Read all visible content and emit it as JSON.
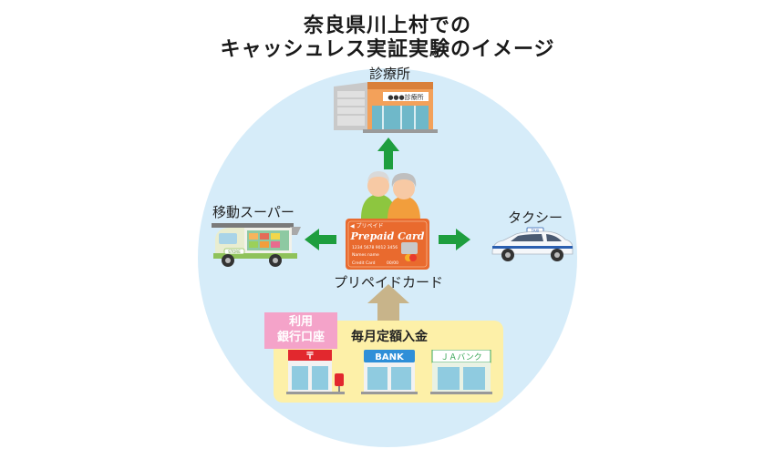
{
  "title": {
    "line1": "奈良県川上村での",
    "line2": "キャッシュレス実証実験のイメージ"
  },
  "nodes": {
    "clinic": {
      "label": "診療所",
      "sign": "●●●診療所"
    },
    "mobile_supermarket": {
      "label": "移動スーパー",
      "sign": "STORE"
    },
    "taxi": {
      "label": "タクシー",
      "sign": "TAXI"
    },
    "prepaid_card": {
      "label": "プリペイドカード",
      "header": "◀ プリペイド",
      "title": "Prepaid Card",
      "number": "1234  5678  9012  3456",
      "name": "Names name",
      "footer": "Credit Card",
      "expiry": "00/00"
    }
  },
  "funding": {
    "account_label_line1": "利用",
    "account_label_line2": "銀行口座",
    "deposit_label": "毎月定額入金",
    "banks": [
      {
        "name": "post-office",
        "sign": "〒"
      },
      {
        "name": "bank",
        "sign": "BANK"
      },
      {
        "name": "ja-bank",
        "sign": "ＪＡバンク"
      }
    ]
  },
  "colors": {
    "circle": "#d6ecf9",
    "arrow_green": "#1e9e3e",
    "arrow_tan": "#c8b48a",
    "card_orange": "#e96a2e",
    "panel_yellow": "#fdf0a8",
    "account_pink": "#f4a3c9"
  }
}
